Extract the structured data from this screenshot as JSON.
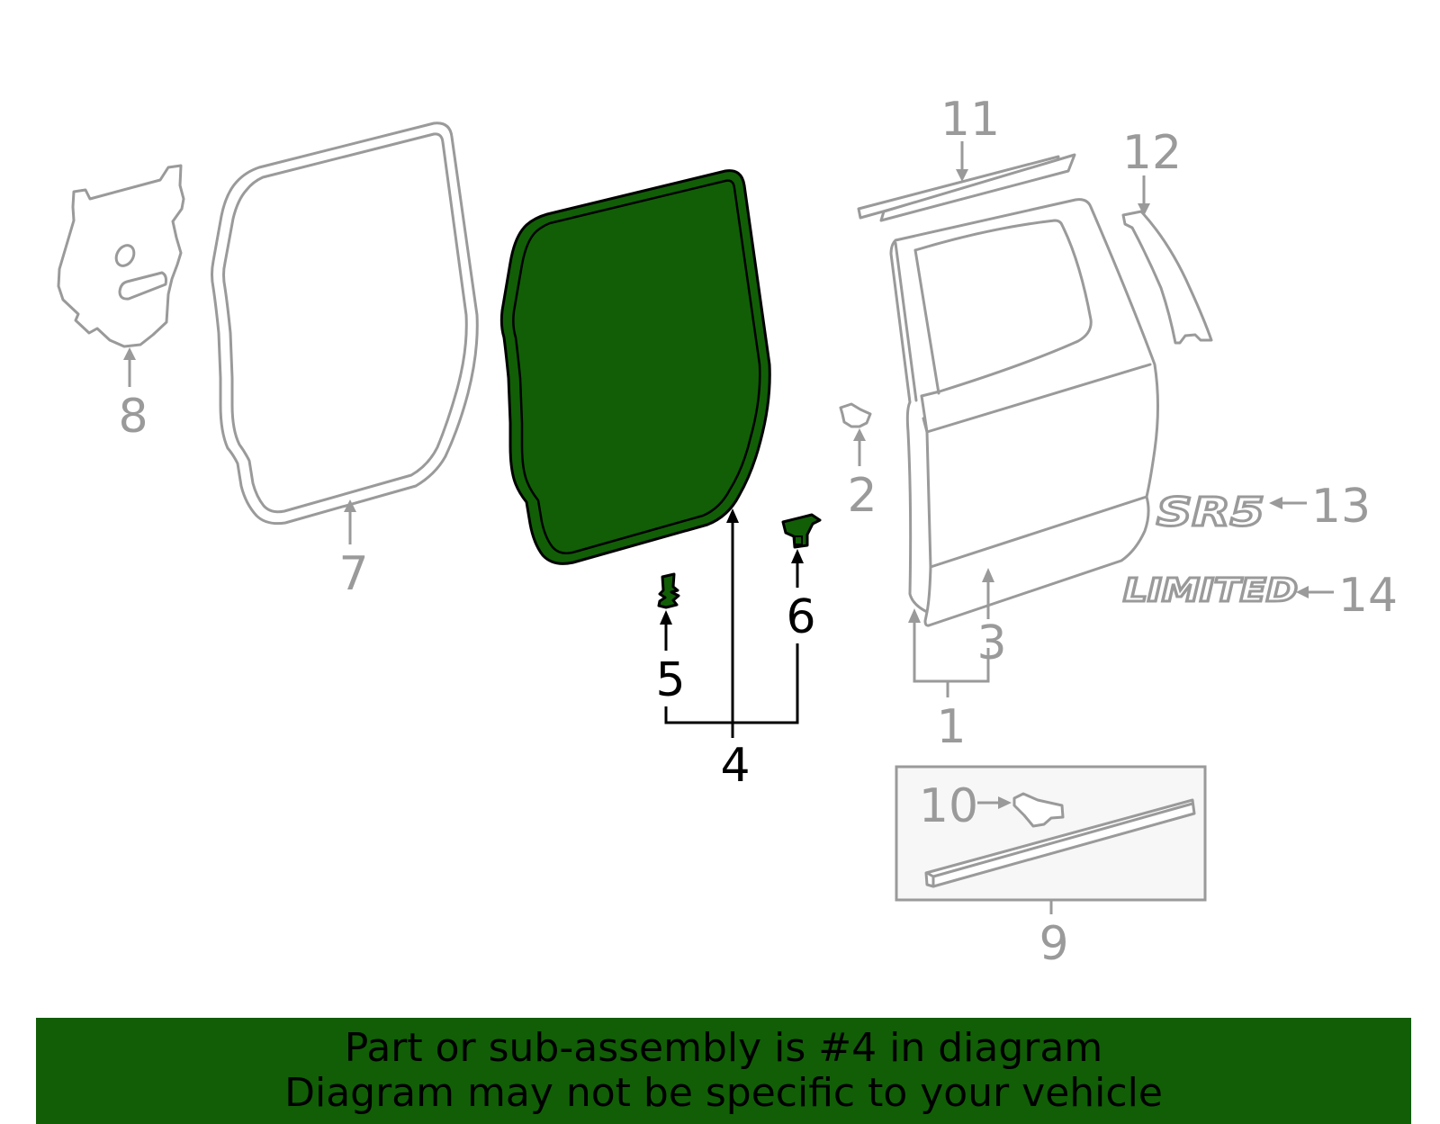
{
  "callouts": {
    "c1": "1",
    "c2": "2",
    "c3": "3",
    "c4": "4",
    "c5": "5",
    "c6": "6",
    "c7": "7",
    "c8": "8",
    "c9": "9",
    "c10": "10",
    "c11": "11",
    "c12": "12",
    "c13": "13",
    "c14": "14"
  },
  "emblems": {
    "sr5": "SR5",
    "limited": "LIMITED"
  },
  "banner": {
    "line1": "Part or sub-assembly is #4 in diagram",
    "line2": "Diagram may not be specific to your vehicle"
  },
  "colors": {
    "highlight": "#115e07",
    "parts_gray": "#9a9a9a",
    "banner_bg": "#115e07"
  }
}
